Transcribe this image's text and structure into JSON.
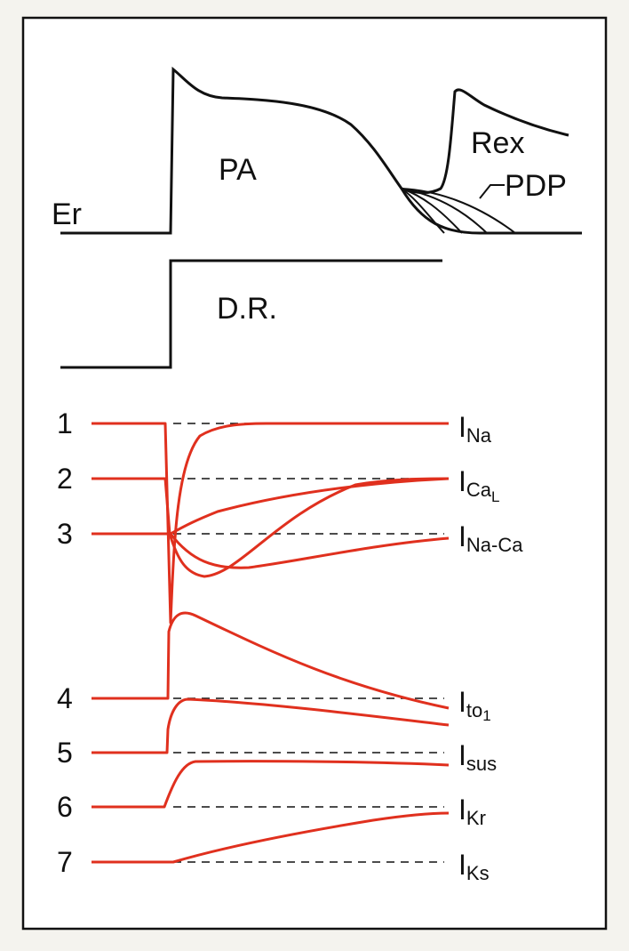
{
  "labels": {
    "resting": "Er",
    "action_potential": "PA",
    "reexcitation": "Rex",
    "post_depolarization": "PDP",
    "depolarization": "D.R."
  },
  "currents": [
    {
      "number": "1",
      "main": "I",
      "sub": "Na"
    },
    {
      "number": "2",
      "main": "I",
      "sub": "Ca",
      "sub2": "L"
    },
    {
      "number": "3",
      "main": "I",
      "sub": "Na-Ca"
    },
    {
      "number": "4",
      "main": "I",
      "sub": "to",
      "sub2": "1"
    },
    {
      "number": "5",
      "main": "I",
      "sub": "sus"
    },
    {
      "number": "6",
      "main": "I",
      "sub": "Kr"
    },
    {
      "number": "7",
      "main": "I",
      "sub": "Ks"
    }
  ],
  "colors": {
    "trace": "#111111",
    "current": "#e0301e",
    "frame": "#111111",
    "background": "#ffffff"
  }
}
